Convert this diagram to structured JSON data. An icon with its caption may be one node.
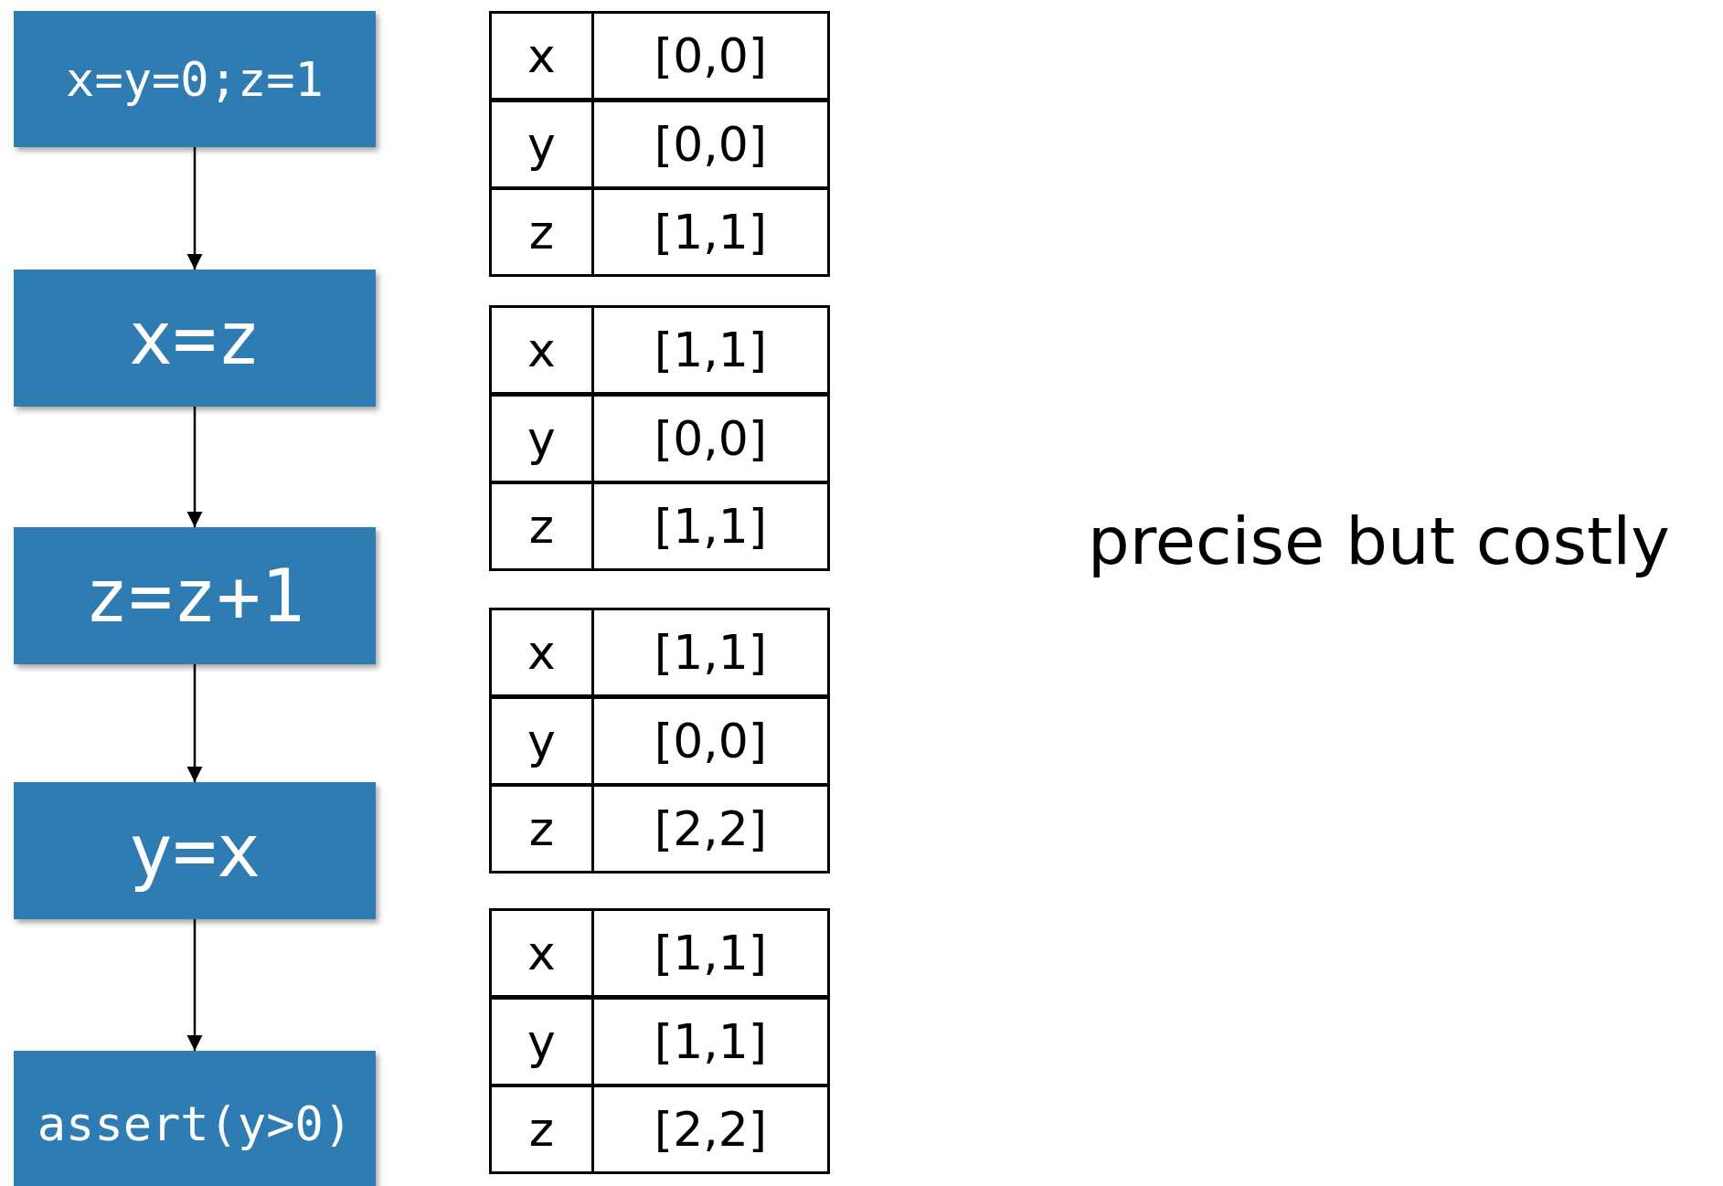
{
  "diagram": {
    "nodes": [
      {
        "text": [
          "x=y=0;z=1"
        ]
      },
      {
        "text": [
          "x=z"
        ]
      },
      {
        "text": [
          "z=z+1"
        ]
      },
      {
        "text": [
          "y=x"
        ]
      },
      {
        "text": [
          "assert(y>0)"
        ]
      }
    ],
    "edges": [
      {
        "from": 0,
        "to": 1,
        "arrow": "to"
      },
      {
        "from": 1,
        "to": 2,
        "arrow": "to"
      },
      {
        "from": 2,
        "to": 3,
        "arrow": "to"
      },
      {
        "from": 3,
        "to": 4,
        "arrow": "to"
      }
    ],
    "labels": [
      "x",
      "[0,0]",
      "y",
      "[0,0]",
      "z",
      "[1,1]",
      "x",
      "[1,1]",
      "y",
      "[0,0]",
      "z",
      "[1,1]",
      "x",
      "[1,1]",
      "y",
      "[0,0]",
      "z",
      "[2,2]",
      "x",
      "[1,1]",
      "y",
      "[1,1]",
      "z",
      "[2,2]",
      "precise but costly"
    ]
  }
}
